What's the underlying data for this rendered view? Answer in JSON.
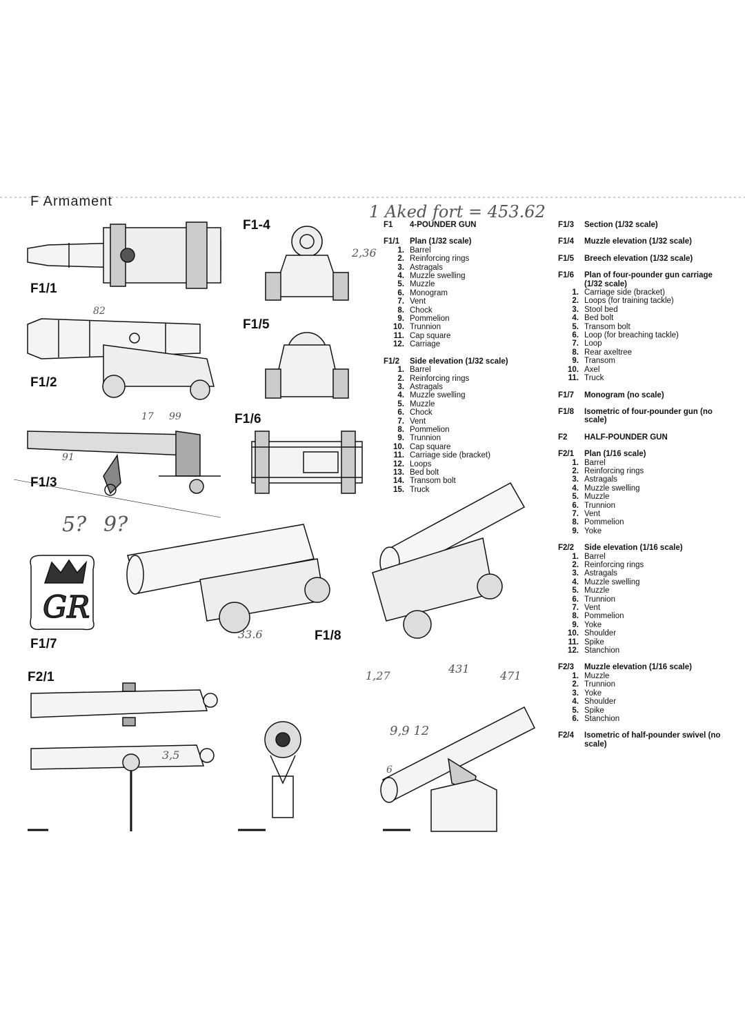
{
  "section_title": "F Armament",
  "figure_labels": [
    "F1-4",
    "F1/1",
    "F1/5",
    "F1/2",
    "F1/6",
    "F1/3",
    "F1/7",
    "F1/8",
    "F2/1"
  ],
  "handwritten": [
    "1 Aked fort = 453.62",
    "2,36",
    "33.6",
    "9,9 12",
    "431",
    "471",
    "1,27",
    "5?",
    "9?",
    "6",
    "3,5",
    "99",
    "91",
    "17",
    "82"
  ],
  "legend_left": [
    {
      "code": "F1",
      "title": "4-POUNDER GUN",
      "items": []
    },
    {
      "code": "F1/1",
      "title": "Plan (1/32 scale)",
      "items": [
        {
          "n": "1.",
          "t": "Barrel"
        },
        {
          "n": "2.",
          "t": "Reinforcing rings"
        },
        {
          "n": "3.",
          "t": "Astragals"
        },
        {
          "n": "4.",
          "t": "Muzzle swelling"
        },
        {
          "n": "5.",
          "t": "Muzzle"
        },
        {
          "n": "6.",
          "t": "Monogram"
        },
        {
          "n": "7.",
          "t": "Vent"
        },
        {
          "n": "8.",
          "t": "Chock"
        },
        {
          "n": "9.",
          "t": "Pommelion"
        },
        {
          "n": "10.",
          "t": "Trunnion"
        },
        {
          "n": "11.",
          "t": "Cap square"
        },
        {
          "n": "12.",
          "t": "Carriage"
        }
      ]
    },
    {
      "code": "F1/2",
      "title": "Side elevation (1/32 scale)",
      "items": [
        {
          "n": "1.",
          "t": "Barrel"
        },
        {
          "n": "2.",
          "t": "Reinforcing rings"
        },
        {
          "n": "3.",
          "t": "Astragals"
        },
        {
          "n": "4.",
          "t": "Muzzle swelling"
        },
        {
          "n": "5.",
          "t": "Muzzle"
        },
        {
          "n": "6.",
          "t": "Chock"
        },
        {
          "n": "7.",
          "t": "Vent"
        },
        {
          "n": "8.",
          "t": "Pommelion"
        },
        {
          "n": "9.",
          "t": "Trunnion"
        },
        {
          "n": "10.",
          "t": "Cap square"
        },
        {
          "n": "11.",
          "t": "Carriage side (bracket)"
        },
        {
          "n": "12.",
          "t": "Loops"
        },
        {
          "n": "13.",
          "t": "Bed bolt"
        },
        {
          "n": "14.",
          "t": "Transom bolt"
        },
        {
          "n": "15.",
          "t": "Truck"
        }
      ]
    }
  ],
  "legend_right": [
    {
      "code": "F1/3",
      "title": "Section (1/32 scale)",
      "items": []
    },
    {
      "code": "F1/4",
      "title": "Muzzle elevation (1/32 scale)",
      "items": []
    },
    {
      "code": "F1/5",
      "title": "Breech elevation (1/32 scale)",
      "items": []
    },
    {
      "code": "F1/6",
      "title": "Plan of four-pounder gun carriage (1/32 scale)",
      "items": [
        {
          "n": "1.",
          "t": "Carriage side (bracket)"
        },
        {
          "n": "2.",
          "t": "Loops (for training tackle)"
        },
        {
          "n": "3.",
          "t": "Stool bed"
        },
        {
          "n": "4.",
          "t": "Bed bolt"
        },
        {
          "n": "5.",
          "t": "Transom bolt"
        },
        {
          "n": "6.",
          "t": "Loop (for breaching tackle)"
        },
        {
          "n": "7.",
          "t": "Loop"
        },
        {
          "n": "8.",
          "t": "Rear axeltree"
        },
        {
          "n": "9.",
          "t": "Transom"
        },
        {
          "n": "10.",
          "t": "Axel"
        },
        {
          "n": "11.",
          "t": "Truck"
        }
      ]
    },
    {
      "code": "F1/7",
      "title": "Monogram (no scale)",
      "items": []
    },
    {
      "code": "F1/8",
      "title": "Isometric of four-pounder gun (no scale)",
      "items": []
    },
    {
      "code": "F2",
      "title": "HALF-POUNDER GUN",
      "items": []
    },
    {
      "code": "F2/1",
      "title": "Plan (1/16 scale)",
      "items": [
        {
          "n": "1.",
          "t": "Barrel"
        },
        {
          "n": "2.",
          "t": "Reinforcing rings"
        },
        {
          "n": "3.",
          "t": "Astragals"
        },
        {
          "n": "4.",
          "t": "Muzzle swelling"
        },
        {
          "n": "5.",
          "t": "Muzzle"
        },
        {
          "n": "6.",
          "t": "Trunnion"
        },
        {
          "n": "7.",
          "t": "Vent"
        },
        {
          "n": "8.",
          "t": "Pommelion"
        },
        {
          "n": "9.",
          "t": "Yoke"
        }
      ]
    },
    {
      "code": "F2/2",
      "title": "Side elevation (1/16 scale)",
      "items": [
        {
          "n": "1.",
          "t": "Barrel"
        },
        {
          "n": "2.",
          "t": "Reinforcing rings"
        },
        {
          "n": "3.",
          "t": "Astragals"
        },
        {
          "n": "4.",
          "t": "Muzzle swelling"
        },
        {
          "n": "5.",
          "t": "Muzzle"
        },
        {
          "n": "6.",
          "t": "Trunnion"
        },
        {
          "n": "7.",
          "t": "Vent"
        },
        {
          "n": "8.",
          "t": "Pommelion"
        },
        {
          "n": "9.",
          "t": "Yoke"
        },
        {
          "n": "10.",
          "t": "Shoulder"
        },
        {
          "n": "11.",
          "t": "Spike"
        },
        {
          "n": "12.",
          "t": "Stanchion"
        }
      ]
    },
    {
      "code": "F2/3",
      "title": "Muzzle elevation (1/16 scale)",
      "items": [
        {
          "n": "1.",
          "t": "Muzzle"
        },
        {
          "n": "2.",
          "t": "Trunnion"
        },
        {
          "n": "3.",
          "t": "Yoke"
        },
        {
          "n": "4.",
          "t": "Shoulder"
        },
        {
          "n": "5.",
          "t": "Spike"
        },
        {
          "n": "6.",
          "t": "Stanchion"
        }
      ]
    },
    {
      "code": "F2/4",
      "title": "Isometric of half-pounder swivel (no scale)",
      "items": []
    }
  ]
}
